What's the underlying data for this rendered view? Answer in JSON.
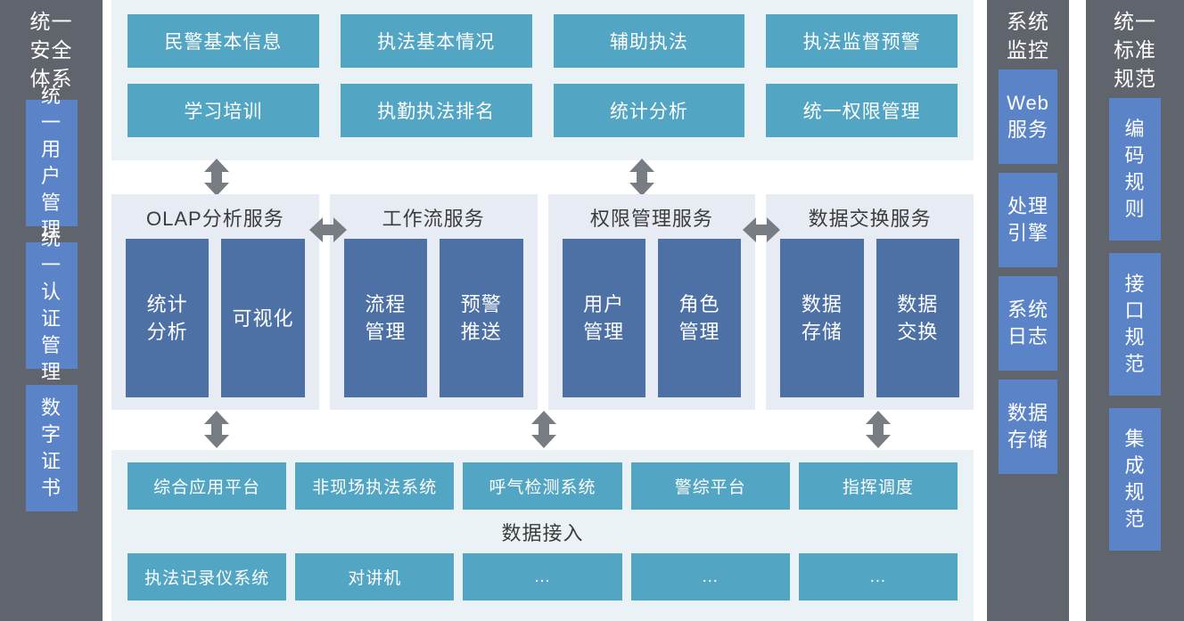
{
  "colors": {
    "teal": "#52a5c3",
    "dark_blue": "#4d70a5",
    "side_blue": "#5b84c8",
    "gray_column": "#60646c",
    "app_layer_bg": "#eaf2f5",
    "service_panel_bg": "#e7ebf4",
    "arrow_gray": "#787d84"
  },
  "left_column": {
    "title": "统一\n安全\n体系",
    "items": [
      {
        "label": "统\n一\n用\n户\n管\n理"
      },
      {
        "label": "统\n一\n认\n证\n管\n理"
      },
      {
        "label": "数\n字\n证\n书"
      }
    ]
  },
  "app_layer": {
    "boxes": [
      {
        "label": "民警基本信息"
      },
      {
        "label": "执法基本情况"
      },
      {
        "label": "辅助执法"
      },
      {
        "label": "执法监督预警"
      },
      {
        "label": "学习培训"
      },
      {
        "label": "执勤执法排名"
      },
      {
        "label": "统计分析"
      },
      {
        "label": "统一权限管理"
      }
    ]
  },
  "service_layer": {
    "panels": [
      {
        "title": "OLAP分析服务",
        "boxes": [
          {
            "label": "统计\n分析"
          },
          {
            "label": "可视化"
          }
        ]
      },
      {
        "title": "工作流服务",
        "boxes": [
          {
            "label": "流程\n管理"
          },
          {
            "label": "预警\n推送"
          }
        ]
      },
      {
        "title": "权限管理服务",
        "boxes": [
          {
            "label": "用户\n管理"
          },
          {
            "label": "角色\n管理"
          }
        ]
      },
      {
        "title": "数据交换服务",
        "boxes": [
          {
            "label": "数据\n存储"
          },
          {
            "label": "数据\n交换"
          }
        ]
      }
    ]
  },
  "data_layer": {
    "label": "数据接入",
    "row1": [
      {
        "label": "综合应用平台"
      },
      {
        "label": "非现场执法系统"
      },
      {
        "label": "呼气检测系统"
      },
      {
        "label": "警综平台"
      },
      {
        "label": "指挥调度"
      }
    ],
    "row2": [
      {
        "label": "执法记录仪系统"
      },
      {
        "label": "对讲机"
      },
      {
        "label": "…"
      },
      {
        "label": "…"
      },
      {
        "label": "…"
      }
    ]
  },
  "monitor_column": {
    "title": "系统\n监控",
    "items": [
      {
        "label": "Web\n服务"
      },
      {
        "label": "处理\n引擎"
      },
      {
        "label": "系统\n日志"
      },
      {
        "label": "数据\n存储"
      }
    ]
  },
  "standard_column": {
    "title": "统一\n标准\n规范",
    "items": [
      {
        "label": "编\n码\n规\n则"
      },
      {
        "label": "接\n口\n规\n范"
      },
      {
        "label": "集\n成\n规\n范"
      }
    ]
  },
  "arrows": {
    "vertical_up_down": "double-headed-vertical-arrow",
    "horizontal_left_right": "double-headed-horizontal-arrow"
  }
}
